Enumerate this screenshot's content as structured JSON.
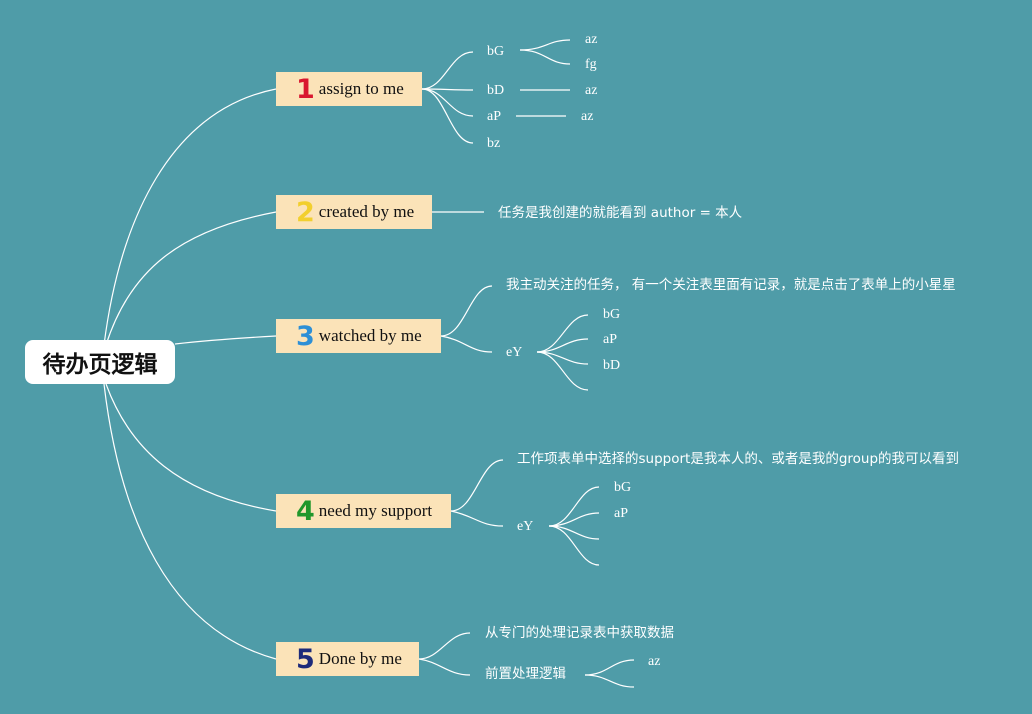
{
  "root": {
    "label": "待办页逻辑"
  },
  "branches": [
    {
      "num": "1",
      "num_color": "#d9172f",
      "label": "assign to me"
    },
    {
      "num": "2",
      "num_color": "#f2cf2e",
      "label": "created by me"
    },
    {
      "num": "3",
      "num_color": "#2d8fd6",
      "label": "watched by me"
    },
    {
      "num": "4",
      "num_color": "#21972b",
      "label": "need my support"
    },
    {
      "num": "5",
      "num_color": "#1d2a7a",
      "label": "Done by me"
    }
  ],
  "assign": {
    "c1": "bG",
    "c1_a": "az",
    "c1_b": "fg",
    "c2": "bD",
    "c2_a": "az",
    "c3": "aP",
    "c3_a": "az",
    "c4": "bz"
  },
  "created": {
    "note": "任务是我创建的就能看到 author = 本人"
  },
  "watched": {
    "note": "我主动关注的任务， 有一个关注表里面有记录，就是点击了表单上的小星星",
    "node": "eY",
    "items": [
      "bG",
      "aP",
      "bD"
    ]
  },
  "support": {
    "note": "工作项表单中选择的support是我本人的、或者是我的group的我可以看到",
    "node": "eY",
    "items": [
      "bG",
      "aP"
    ]
  },
  "done": {
    "note": "从专门的处理记录表中获取数据",
    "pre": "前置处理逻辑",
    "pre_a": "az"
  },
  "colors": {
    "background": "#4f9ca8",
    "node_fill": "#fbe3b8",
    "root_fill": "#ffffff",
    "line": "#ffffff"
  }
}
